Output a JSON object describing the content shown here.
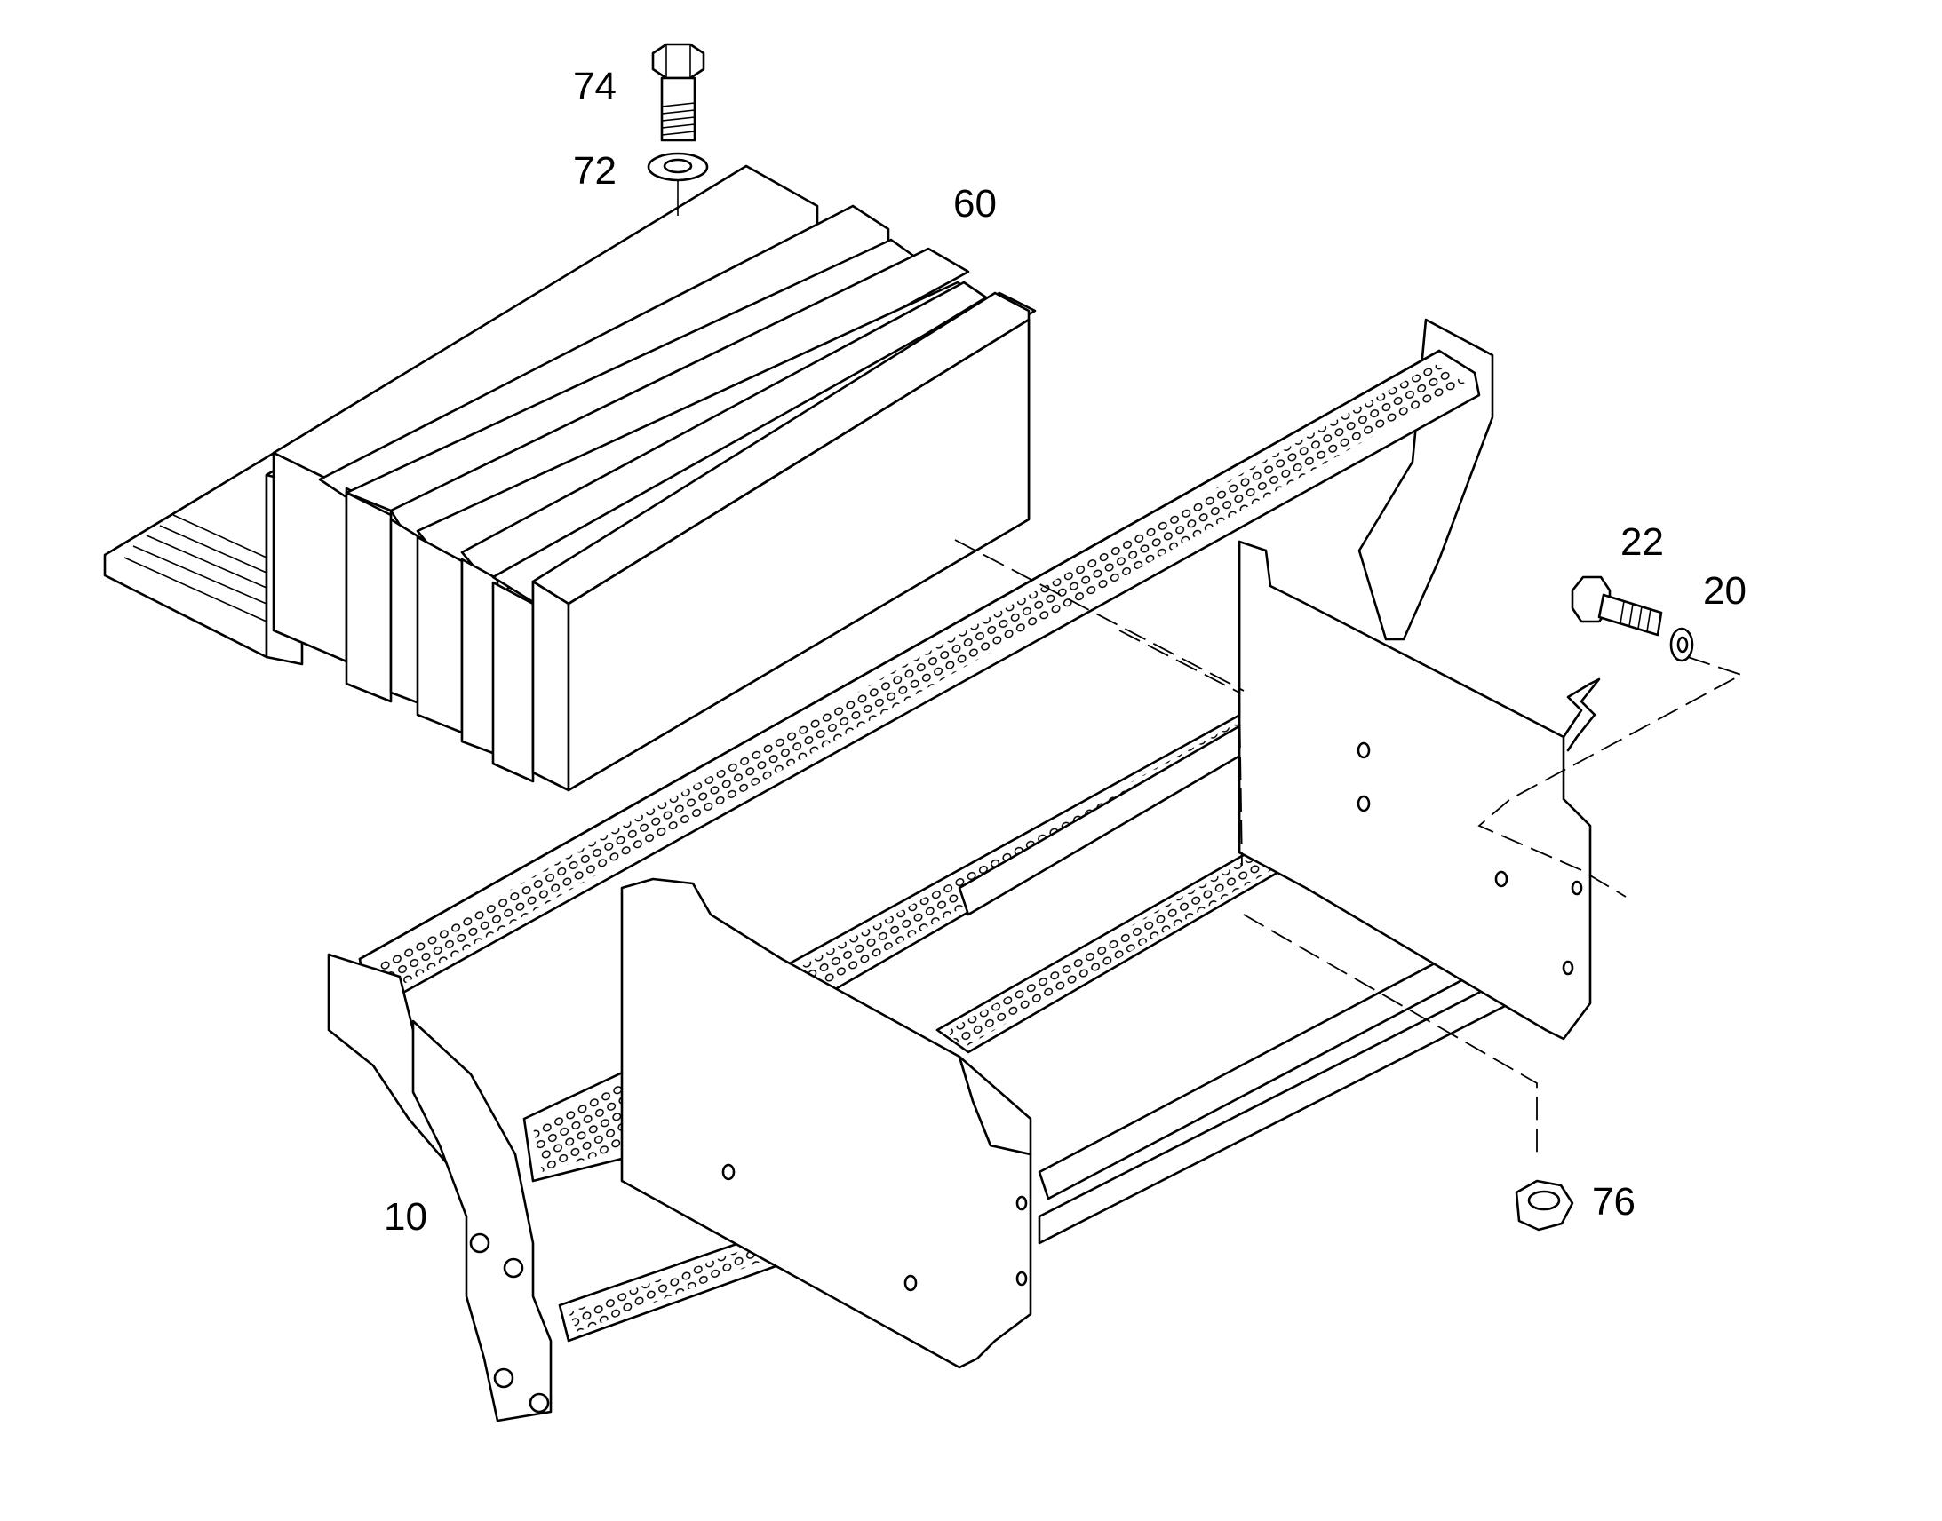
{
  "callouts": {
    "bolt_top": "74",
    "washer_top": "72",
    "pad_set": "60",
    "bolt_side": "22",
    "washer_side": "20",
    "nut": "76",
    "step_assembly": "10"
  }
}
